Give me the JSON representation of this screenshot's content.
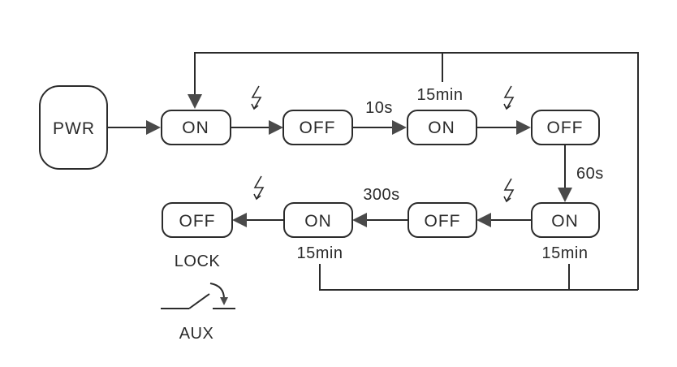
{
  "colors": {
    "stroke": "#2b2b2b",
    "arrow_fill": "#4a4a4a",
    "background": "#ffffff"
  },
  "nodes": {
    "pwr": "PWR",
    "on1": "ON",
    "off1": "OFF",
    "on2": "ON",
    "off2": "OFF",
    "on3": "ON",
    "off3": "OFF",
    "on4": "ON",
    "off4": "OFF"
  },
  "labels": {
    "t_10s": "10s",
    "t_15min_top": "15min",
    "t_60s": "60s",
    "t_300s": "300s",
    "t_15min_on4": "15min",
    "t_15min_on3": "15min",
    "lock": "LOCK",
    "aux": "AUX"
  },
  "icons": {
    "event": "lightning-bolt-icon",
    "aux_switch": "switch-icon"
  }
}
